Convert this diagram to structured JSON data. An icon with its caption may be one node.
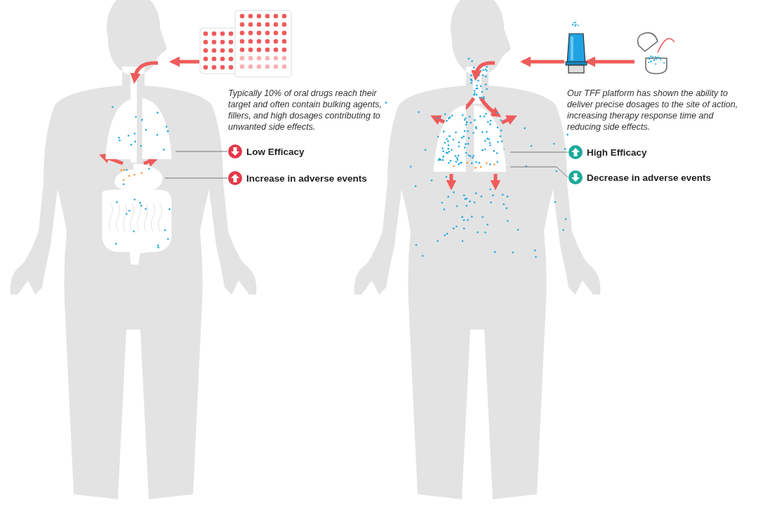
{
  "diagram": {
    "nodes": [
      {
        "text": [],
        "shape": "picture"
      },
      {
        "text": [],
        "shape": "picture"
      },
      {
        "text": [],
        "shape": "picture"
      },
      {
        "text": [
          "Low Efficacy"
        ]
      },
      {
        "text": [
          "Increase in adverse events"
        ]
      },
      {
        "text": [],
        "shape": "picture"
      },
      {
        "text": [],
        "shape": "picture"
      },
      {
        "text": [],
        "shape": "picture"
      },
      {
        "text": [
          "High Efficacy"
        ]
      },
      {
        "text": [
          "Decrease in adverse events"
        ]
      }
    ],
    "edges": [
      {
        "from": 0,
        "to": null,
        "arrow": "to"
      },
      {
        "from": 1,
        "to": 2,
        "arrow": "to"
      },
      {
        "from": 1,
        "to": 2,
        "arrow": "to"
      },
      {
        "from": 3,
        "to": 2,
        "arrow": "none",
        "color": "#777777"
      },
      {
        "from": 4,
        "to": 1,
        "arrow": "none",
        "color": "#777777"
      },
      {
        "from": 5,
        "to": 6,
        "arrow": "to"
      },
      {
        "from": 6,
        "to": null,
        "arrow": "to"
      },
      {
        "from": 8,
        "to": 7,
        "arrow": "none",
        "color": "#777777"
      },
      {
        "from": 9,
        "to": 7,
        "arrow": "none",
        "color": "#777777"
      }
    ],
    "labels": [
      "Typically 10% of oral drugs reach their target and often contain bulking agents, fillers, and high dosages contributing to unwanted side effects.",
      "Our TFF platform has shown the ability to deliver precise dosages to the site of action, increasing therapy response time and reducing side effects."
    ]
  }
}
